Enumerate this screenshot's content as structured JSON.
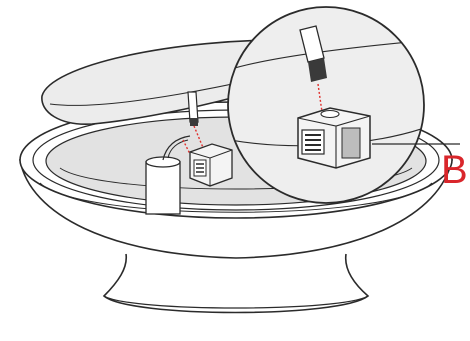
{
  "callout": {
    "label": "B"
  },
  "colors": {
    "outline": "#2b2b2b",
    "bowl_fill": "#ffffff",
    "lid_fill": "#ececec",
    "basin_fill": "#e2e2e2",
    "magnifier_fill": "#eeeeee",
    "connector_fill": "#f4f4f4",
    "connector_shadow": "#bdbdbd",
    "wire_fill": "#ffffff",
    "wire_tip": "#3a3a3a",
    "guide_dash": "#e0302d",
    "callout_text": "#d9262b"
  },
  "parts": [
    "bowl",
    "lid",
    "basin",
    "wire-cable",
    "terminal-connector",
    "light-unit",
    "magnifier-detail"
  ]
}
